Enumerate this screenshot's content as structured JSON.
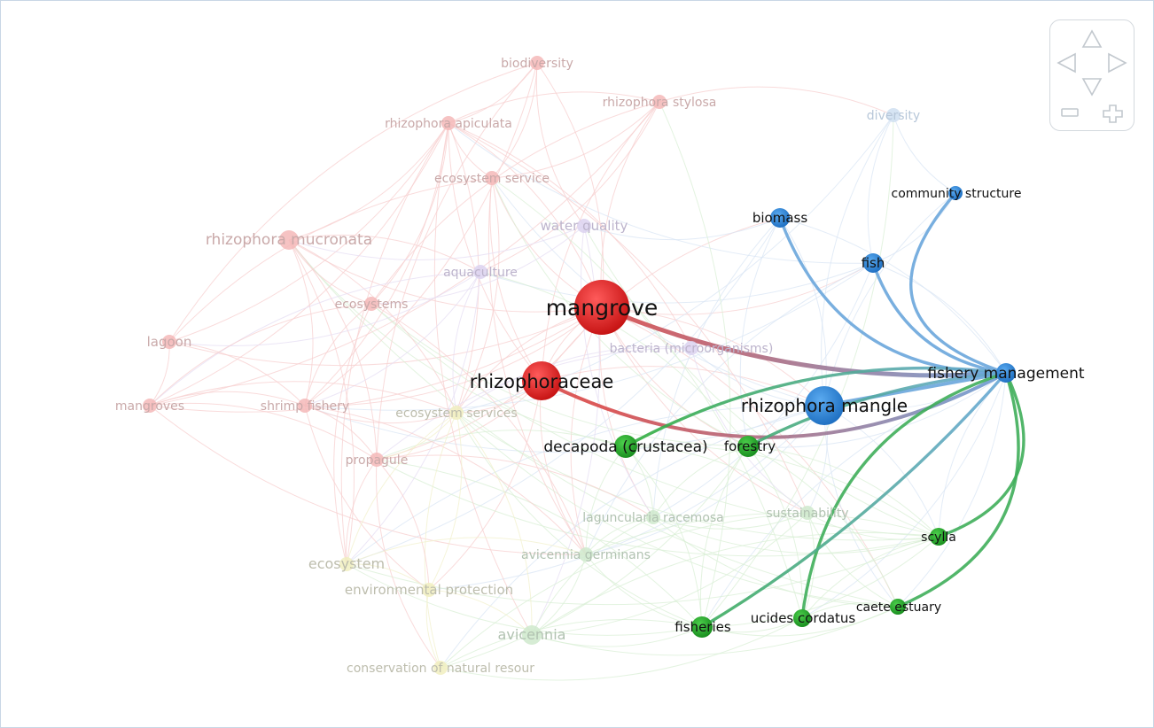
{
  "diagram": {
    "nodes": [
      {
        "id": "mangrove",
        "label": "mangrove",
        "cluster": "red",
        "size": "xl",
        "focus": true
      },
      {
        "id": "rhizophoraceae",
        "label": "rhizophoraceae",
        "cluster": "red",
        "size": "lg",
        "focus": true
      },
      {
        "id": "rhizophora-mangle",
        "label": "rhizophora mangle",
        "cluster": "blue",
        "size": "lg",
        "focus": true
      },
      {
        "id": "fishery-management",
        "label": "fishery management",
        "cluster": "blue",
        "size": "md",
        "focus": true
      },
      {
        "id": "biomass",
        "label": "biomass",
        "cluster": "blue",
        "size": "sm",
        "focus": true
      },
      {
        "id": "fish",
        "label": "fish",
        "cluster": "blue",
        "size": "sm",
        "focus": true
      },
      {
        "id": "community-structure",
        "label": "community structure",
        "cluster": "blue",
        "size": "xs",
        "focus": true
      },
      {
        "id": "decapoda",
        "label": "decapoda (crustacea)",
        "cluster": "green",
        "size": "sm",
        "focus": true
      },
      {
        "id": "forestry",
        "label": "forestry",
        "cluster": "green",
        "size": "sm",
        "focus": true
      },
      {
        "id": "scylla",
        "label": "scylla",
        "cluster": "green",
        "size": "xs",
        "focus": true
      },
      {
        "id": "caete-estuary",
        "label": "caete estuary",
        "cluster": "green",
        "size": "xs",
        "focus": true
      },
      {
        "id": "ucides-cordatus",
        "label": "ucides cordatus",
        "cluster": "green",
        "size": "xs",
        "focus": true
      },
      {
        "id": "fisheries",
        "label": "fisheries",
        "cluster": "green",
        "size": "sm",
        "focus": true
      },
      {
        "id": "biodiversity",
        "label": "biodiversity",
        "cluster": "red",
        "size": "xs",
        "focus": false
      },
      {
        "id": "rhizophora-stylosa",
        "label": "rhizophora stylosa",
        "cluster": "red",
        "size": "xs",
        "focus": false
      },
      {
        "id": "rhizophora-apiculata",
        "label": "rhizophora apiculata",
        "cluster": "red",
        "size": "xs",
        "focus": false
      },
      {
        "id": "diversity",
        "label": "diversity",
        "cluster": "blue",
        "size": "xs",
        "focus": false
      },
      {
        "id": "ecosystem-service",
        "label": "ecosystem service",
        "cluster": "red",
        "size": "xs",
        "focus": false
      },
      {
        "id": "water-quality",
        "label": "water quality",
        "cluster": "purple",
        "size": "xs",
        "focus": false
      },
      {
        "id": "rhizophora-mucronata",
        "label": "rhizophora mucronata",
        "cluster": "red",
        "size": "sm",
        "focus": false
      },
      {
        "id": "aquaculture",
        "label": "aquaculture",
        "cluster": "purple",
        "size": "xs",
        "focus": false
      },
      {
        "id": "ecosystems",
        "label": "ecosystems",
        "cluster": "red",
        "size": "xs",
        "focus": false
      },
      {
        "id": "lagoon",
        "label": "lagoon",
        "cluster": "red",
        "size": "xs",
        "focus": false
      },
      {
        "id": "bacteria",
        "label": "bacteria (microorganisms)",
        "cluster": "purple",
        "size": "xs",
        "focus": false
      },
      {
        "id": "mangroves",
        "label": "mangroves",
        "cluster": "red",
        "size": "xs",
        "focus": false
      },
      {
        "id": "shrimp-fishery",
        "label": "shrimp fishery",
        "cluster": "red",
        "size": "xs",
        "focus": false
      },
      {
        "id": "ecosystem-services",
        "label": "ecosystem services",
        "cluster": "yellow",
        "size": "xs",
        "focus": false
      },
      {
        "id": "propagule",
        "label": "propagule",
        "cluster": "red",
        "size": "xs",
        "focus": false
      },
      {
        "id": "laguncularia-racemosa",
        "label": "laguncularia racemosa",
        "cluster": "green",
        "size": "xs",
        "focus": false
      },
      {
        "id": "sustainability",
        "label": "sustainability",
        "cluster": "green",
        "size": "xs",
        "focus": false
      },
      {
        "id": "ecosystem",
        "label": "ecosystem",
        "cluster": "yellow",
        "size": "xs",
        "focus": false
      },
      {
        "id": "avicennia-germinans",
        "label": "avicennia germinans",
        "cluster": "green",
        "size": "xs",
        "focus": false
      },
      {
        "id": "environmental-protection",
        "label": "environmental protection",
        "cluster": "yellow",
        "size": "xs",
        "focus": false
      },
      {
        "id": "avicennia",
        "label": "avicennia",
        "cluster": "green",
        "size": "sm",
        "focus": false
      },
      {
        "id": "conservation",
        "label": "conservation of natural resour",
        "cluster": "yellow",
        "size": "xs",
        "focus": false
      }
    ],
    "highlighted_links": [
      [
        "fishery-management",
        "mangrove"
      ],
      [
        "fishery-management",
        "rhizophoraceae"
      ],
      [
        "fishery-management",
        "rhizophora-mangle"
      ],
      [
        "fishery-management",
        "biomass"
      ],
      [
        "fishery-management",
        "fish"
      ],
      [
        "fishery-management",
        "community-structure"
      ],
      [
        "fishery-management",
        "decapoda"
      ],
      [
        "fishery-management",
        "forestry"
      ],
      [
        "fishery-management",
        "scylla"
      ],
      [
        "fishery-management",
        "caete-estuary"
      ],
      [
        "fishery-management",
        "ucides-cordatus"
      ],
      [
        "fishery-management",
        "fisheries"
      ]
    ],
    "cluster_colors": {
      "red": "#e32222",
      "blue": "#2a85d6",
      "green": "#22a82a",
      "yellow": "#e6e07a",
      "purple": "#b9a7de"
    }
  },
  "navigation": {
    "icons": [
      "pan-up-icon",
      "pan-left-icon",
      "pan-right-icon",
      "pan-down-icon",
      "zoom-out-icon",
      "zoom-in-icon"
    ]
  }
}
